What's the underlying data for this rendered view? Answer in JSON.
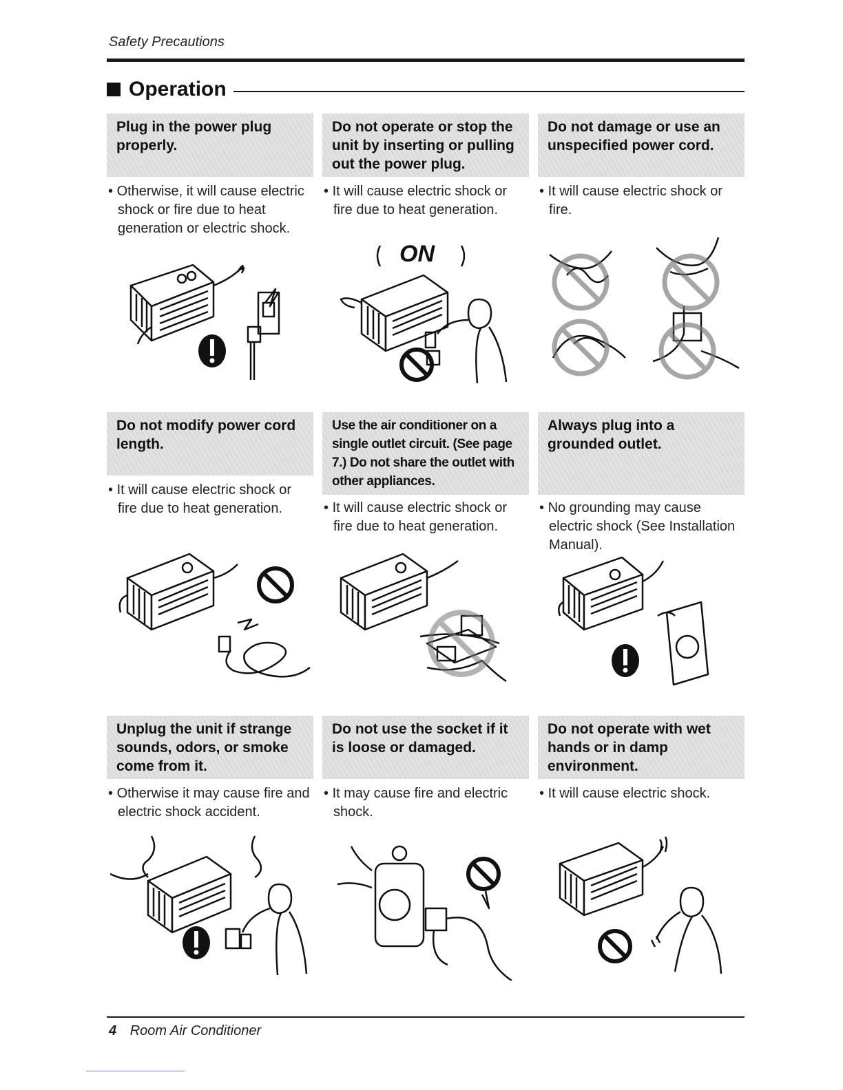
{
  "header": {
    "running_head": "Safety Precautions"
  },
  "section": {
    "title": "Operation"
  },
  "cells": [
    {
      "heading": "Plug in the power plug properly.",
      "note": "Otherwise, it will cause electric shock or fire due to heat generation or electric shock."
    },
    {
      "heading": "Do not operate or stop the unit by inserting or pulling out the power plug.",
      "note": "It will cause electric shock or fire due to heat generation.",
      "callout": "ON"
    },
    {
      "heading": "Do not damage or use an unspecified power cord.",
      "note": "It will cause electric shock or fire."
    },
    {
      "heading": "Do not modify power cord length.",
      "note": "It will cause electric shock or fire due to heat generation."
    },
    {
      "heading": "Use the air conditioner on a single outlet circuit. (See page 7.) Do not share the outlet with other appliances.",
      "note": "It will cause electric shock or fire due to heat generation."
    },
    {
      "heading": "Always plug into a grounded outlet.",
      "note": "No grounding may cause electric shock (See Installation Manual)."
    },
    {
      "heading": "Unplug the unit if strange sounds, odors, or smoke come from it.",
      "note": "Otherwise it may cause fire and electric shock accident."
    },
    {
      "heading": "Do not use the socket if it is loose or damaged.",
      "note": "It may cause fire and electric shock."
    },
    {
      "heading": "Do not operate with wet hands or in damp environment.",
      "note": "It will cause electric shock."
    }
  ],
  "footer": {
    "page_number": "4",
    "title": "Room Air Conditioner"
  },
  "icons": {
    "mandatory": "exclamation-circle-icon",
    "prohibited": "no-symbol-icon"
  },
  "colors": {
    "heading_box": "#dcdcdc",
    "ink": "#111111"
  }
}
